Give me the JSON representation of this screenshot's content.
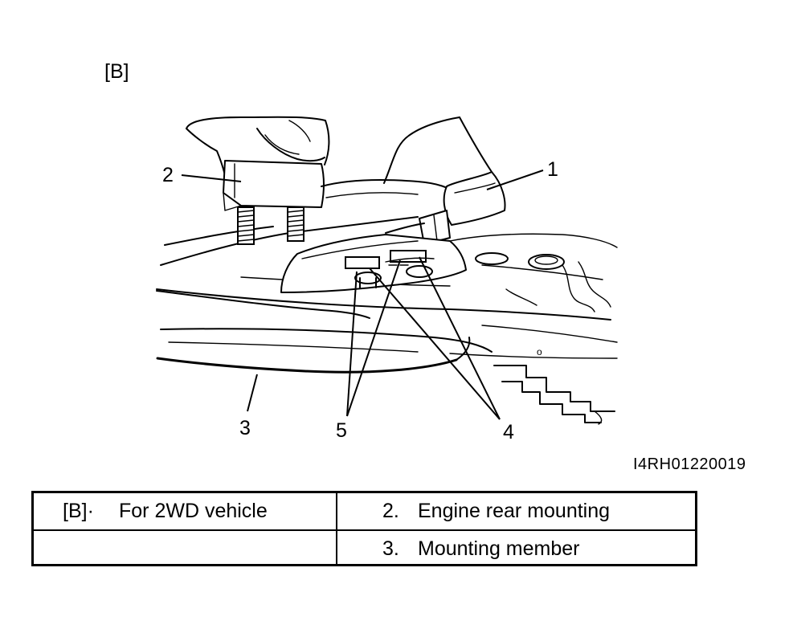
{
  "figure": {
    "view_label": "[B]",
    "callouts": {
      "c1": "1",
      "c2": "2",
      "c3": "3",
      "c4": "4",
      "c5": "5"
    },
    "reference_code": "I4RH01220019"
  },
  "legend": {
    "row1": {
      "left_key": "[B]·",
      "left_text": "For 2WD vehicle",
      "right_num": "2.",
      "right_text": "Engine rear mounting"
    },
    "row2": {
      "left_key": "",
      "left_text": "",
      "right_num": "3.",
      "right_text": "Mounting member"
    }
  }
}
